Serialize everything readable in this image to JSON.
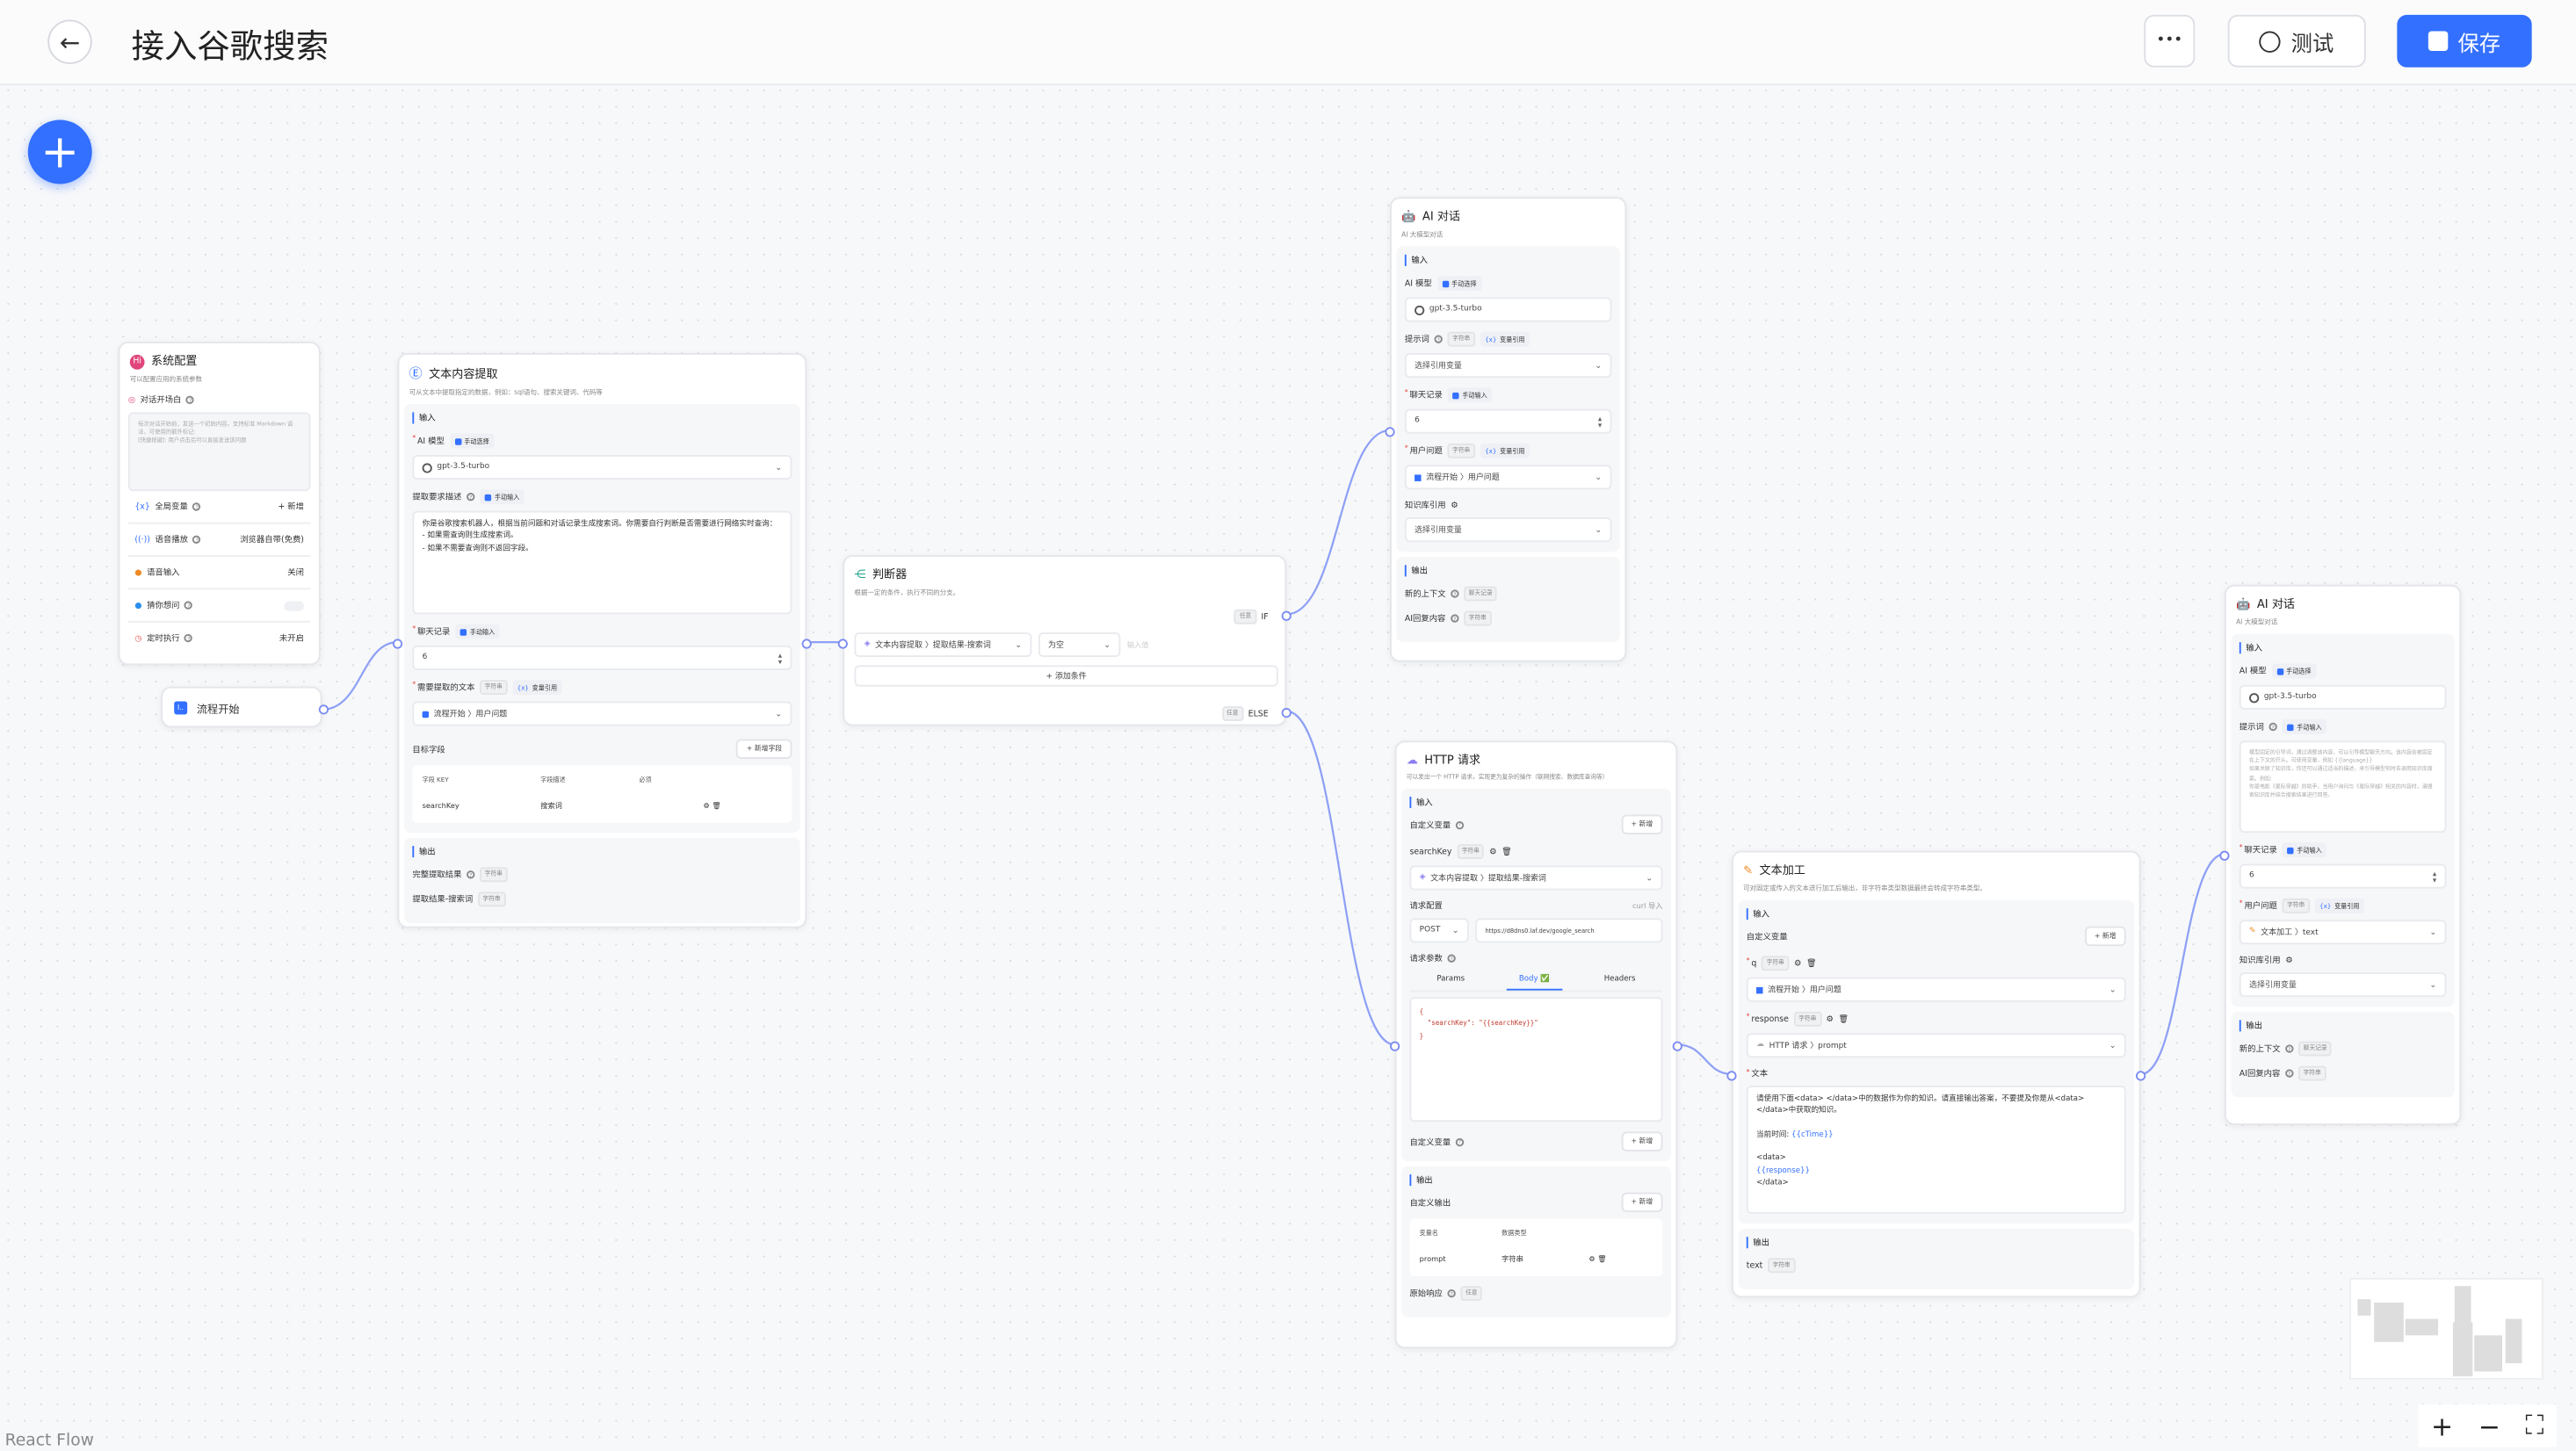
{
  "header": {
    "title": "接入谷歌搜索",
    "back": "←",
    "more": "•••",
    "test": "测试",
    "save": "保存"
  },
  "canvas": {
    "add": "+",
    "watermark": "React Flow",
    "controls": {
      "zoom_in": "+",
      "zoom_out": "−",
      "fit": "⛶"
    }
  },
  "colors": {
    "primary": "#3370ff",
    "edge": "#8ea0f5",
    "handle": "#7b8cf0"
  },
  "system": {
    "logo": "Hi",
    "title": "系统配置",
    "desc": "可以配置应用的系统参数",
    "welcome_label": "对话开场白",
    "welcome_placeholder": "每次对话开始前，发送一个初始内容。支持标准 Markdown 语法，可使用的额外标记:\n[快捷按键]: 用户点击后可以直接发送该问题",
    "rows": [
      {
        "label": "全局变量",
        "value": "+ 新增"
      },
      {
        "label": "语音播放",
        "value": "浏览器自带(免费)"
      },
      {
        "label": "语音输入",
        "value": "关闭"
      },
      {
        "label": "猜你想问",
        "toggle": false
      },
      {
        "label": "定时执行",
        "value": "未开启"
      }
    ]
  },
  "start": {
    "icon": "I..",
    "title": "流程开始"
  },
  "extract": {
    "title": "文本内容提取",
    "desc": "可从文本中提取指定的数据，例如：sql语句、搜索关键词、代码等",
    "input": "输入",
    "model_label": "AI 模型",
    "model_mode": "手动选择",
    "model": "gpt-3.5-turbo",
    "desc_label": "提取要求描述",
    "desc_mode": "手动输入",
    "desc_text": "你是谷歌搜索机器人，根据当前问题和对话记录生成搜索词。你需要自行判断是否需要进行网络实时查询：\n- 如果需查询则生成搜索词。\n- 如果不需要查询则不返回字段。",
    "history_label": "聊天记录",
    "history_mode": "手动输入",
    "history": "6",
    "text_label": "需要提取的文本",
    "text_type": "字符串",
    "text_mode": "变量引用",
    "text_ref": "流程开始 〉用户问题",
    "fields_label": "目标字段",
    "add_field": "+ 新增字段",
    "columns": [
      "字段 KEY",
      "字段描述",
      "必须"
    ],
    "rows": [
      {
        "key": "searchKey",
        "desc": "搜索词"
      }
    ],
    "output": "输出",
    "outputs": [
      {
        "label": "完整提取结果",
        "type": "字符串"
      },
      {
        "label": "提取结果-搜索词",
        "type": "字符串"
      }
    ]
  },
  "judge": {
    "title": "判断器",
    "desc": "根据一定的条件，执行不同的分支。",
    "any": "任意",
    "if": "IF",
    "else": "ELSE",
    "cond_var": "文本内容提取 〉提取结果-搜索词",
    "cond_op": "为空",
    "cond_value_placeholder": "输入值",
    "add_cond": "+ 添加条件"
  },
  "ai1": {
    "title": "AI 对话",
    "desc": "AI 大模型对话",
    "input": "输入",
    "model_label": "AI 模型",
    "model_mode": "手动选择",
    "model": "gpt-3.5-turbo",
    "prompt_label": "提示词",
    "prompt_type": "字符串",
    "prompt_mode": "变量引用",
    "prompt_value": "选择引用变量",
    "history_label": "聊天记录",
    "history_mode": "手动输入",
    "history": "6",
    "question_label": "用户问题",
    "question_type": "字符串",
    "question_mode": "变量引用",
    "question_ref": "流程开始 〉用户问题",
    "kb_label": "知识库引用",
    "kb_value": "选择引用变量",
    "output": "输出",
    "outputs": [
      {
        "label": "新的上下文",
        "type": "聊天记录"
      },
      {
        "label": "AI回复内容",
        "type": "字符串"
      }
    ]
  },
  "http": {
    "title": "HTTP 请求",
    "desc": "可以发出一个 HTTP 请求，实现更为复杂的操作（联网搜索、数据库查询等）",
    "input": "输入",
    "custom_var": "自定义变量",
    "add": "+ 新增",
    "var_name": "searchKey",
    "var_type": "字符串",
    "var_ref": "文本内容提取 〉提取结果-搜索词",
    "req_config": "请求配置",
    "curl": "curl 导入",
    "method": "POST",
    "url": "https://d8dns0.laf.dev/google_search",
    "params_label": "请求参数",
    "tabs": [
      "Params",
      "Body ✅",
      "Headers"
    ],
    "body": "{\n  \"searchKey\": \"{{searchKey}}\"\n}",
    "custom_var2": "自定义变量",
    "output": "输出",
    "custom_output": "自定义输出",
    "columns": [
      "变量名",
      "数据类型"
    ],
    "out_rows": [
      {
        "name": "prompt",
        "type": "字符串"
      }
    ],
    "raw": "原始响应",
    "raw_type": "任意"
  },
  "textproc": {
    "title": "文本加工",
    "desc": "可对固定或传入的文本进行加工后输出，非字符串类型数据最终会转成字符串类型。",
    "input": "输入",
    "custom_var": "自定义变量",
    "add": "+ 新增",
    "vars": [
      {
        "name": "q",
        "type": "字符串",
        "ref": "流程开始 〉用户问题"
      },
      {
        "name": "response",
        "type": "字符串",
        "ref": "HTTP 请求 〉prompt"
      }
    ],
    "text_label": "文本",
    "text_lines": [
      "请使用下面<data> </data>中的数据作为你的知识。请直接输出答案，不要提及你是从<data> </data>中获取的知识。",
      "",
      "当前时间: ",
      "{{cTime}}",
      "<data>",
      "{{response}}",
      "</data>"
    ],
    "output": "输出",
    "out_name": "text",
    "out_type": "字符串"
  },
  "ai2": {
    "title": "AI 对话",
    "desc": "AI 大模型对话",
    "input": "输入",
    "model_label": "AI 模型",
    "model_mode": "手动选择",
    "model": "gpt-3.5-turbo",
    "prompt_label": "提示词",
    "prompt_mode": "手动输入",
    "prompt_placeholder": "模型固定的引导词，通过调整该内容，可以引导模型聊天方向。该内容会被固定在上下文的开头。可使用变量，例如 {{language}}\n如果关联了知识库，你还可以通过适当的描述，来引导模型何时去调用知识库搜索。例如:\n你是电影《星际穿越》的助手，当用户询问与《星际穿越》相关的内容时，请搜索知识库并结合搜索结果进行回答。",
    "history_label": "聊天记录",
    "history_mode": "手动输入",
    "history": "6",
    "question_label": "用户问题",
    "question_type": "字符串",
    "question_mode": "变量引用",
    "question_ref": "文本加工 〉text",
    "kb_label": "知识库引用",
    "kb_value": "选择引用变量",
    "output": "输出",
    "outputs": [
      {
        "label": "新的上下文",
        "type": "聊天记录"
      },
      {
        "label": "AI回复内容",
        "type": "字符串"
      }
    ]
  }
}
